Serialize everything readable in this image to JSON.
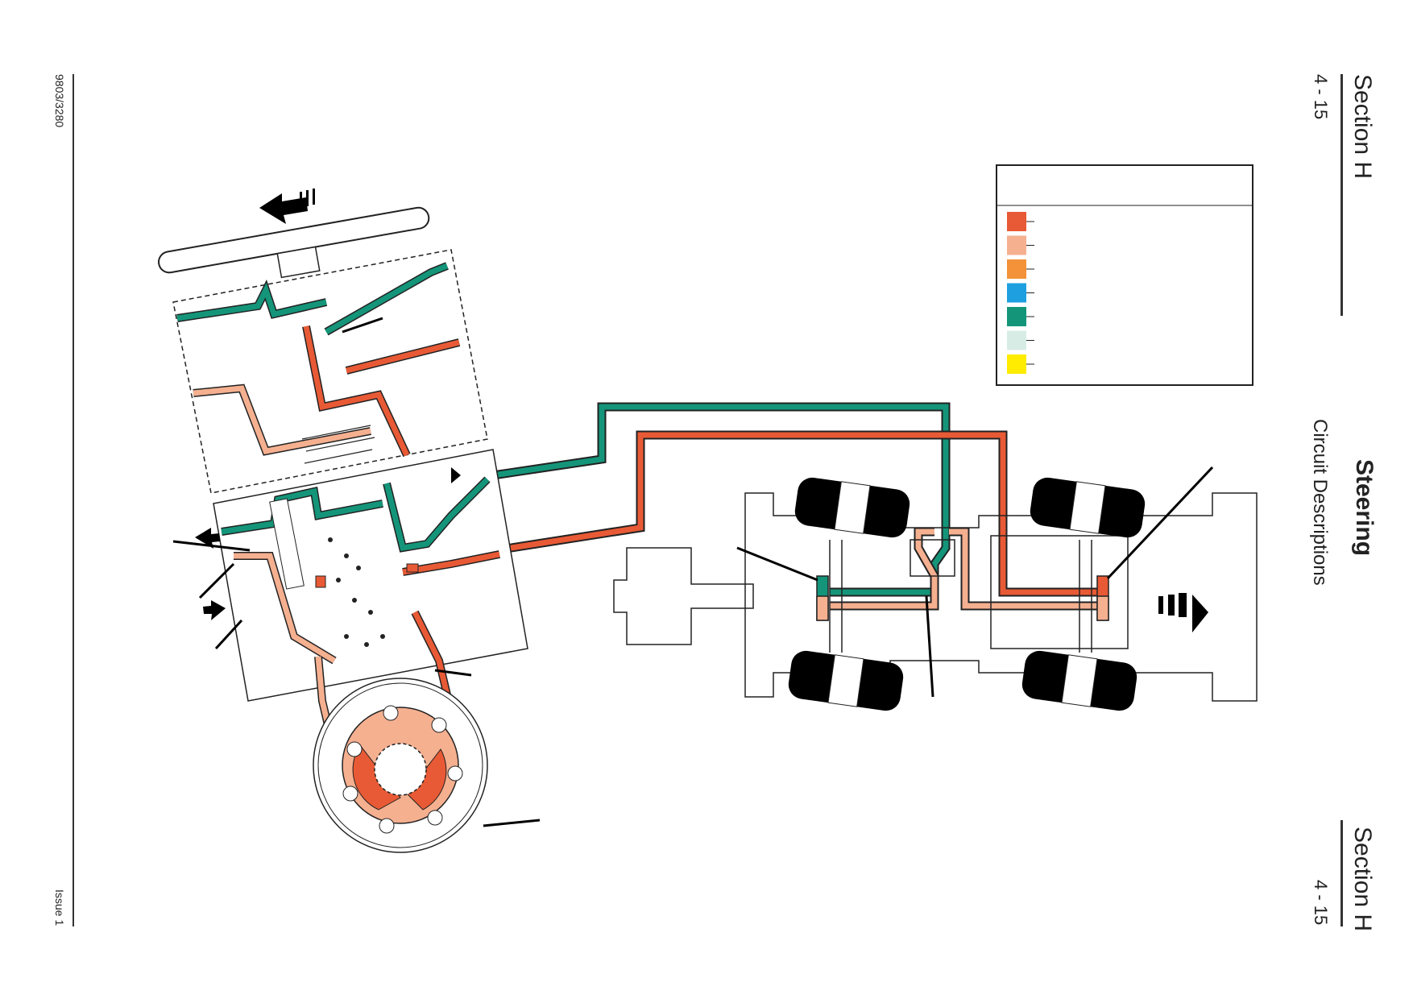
{
  "header": {
    "section_top": "Section H",
    "page_top": "4 - 15",
    "title": "Steering",
    "subtitle": "Circuit Descriptions",
    "section_bottom": "Section H",
    "page_bottom": "4 - 15"
  },
  "footer": {
    "doc_number": "9803/3280",
    "issue": "Issue 1"
  },
  "colors": {
    "pressure": "#e85a35",
    "pressure_light": "#f5b090",
    "orange": "#f39238",
    "blue": "#1ea0e0",
    "green": "#14957a",
    "pale": "#d8ece6",
    "yellow": "#ffec00",
    "tyre": "#000000"
  },
  "legend": {
    "swatches": [
      "#e85a35",
      "#f5b090",
      "#f39238",
      "#1ea0e0",
      "#14957a",
      "#d8ece6",
      "#ffec00"
    ]
  }
}
